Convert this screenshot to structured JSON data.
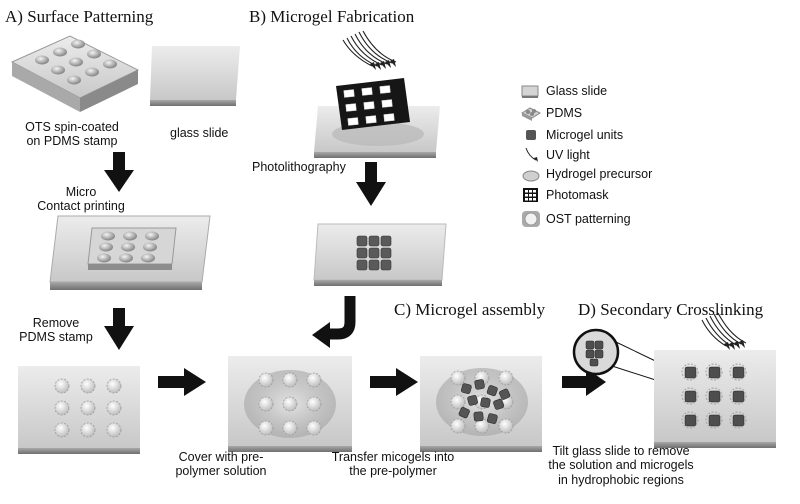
{
  "sections": {
    "a": "A) Surface Patterning",
    "b": "B) Microgel Fabrication",
    "c": "C) Microgel assembly",
    "d": "D) Secondary Crosslinking"
  },
  "labels": {
    "ots": "OTS spin-coated\non PDMS stamp",
    "glass_slide": "glass slide",
    "micro_cp": "Micro\nContact printing",
    "photolithography": "Photolithography",
    "remove_pdms": "Remove\nPDMS stamp",
    "cover": "Cover with pre-\npolymer solution",
    "transfer": "Transfer micogels into\nthe pre-polymer",
    "tilt": "Tilt  glass slide to remove\nthe solution and microgels\nin hydrophobic regions"
  },
  "legend": [
    {
      "icon": "glass-slide-icon",
      "label": "Glass slide"
    },
    {
      "icon": "pdms-icon",
      "label": "PDMS"
    },
    {
      "icon": "microgel-unit-icon",
      "label": "Microgel units"
    },
    {
      "icon": "uv-light-icon",
      "label": "UV light"
    },
    {
      "icon": "hydrogel-precursor-icon",
      "label": "Hydrogel precursor"
    },
    {
      "icon": "photomask-icon",
      "label": "Photomask"
    },
    {
      "icon": "ost-patterning-icon",
      "label": "OST patterning"
    }
  ],
  "colors": {
    "slide_top": "#d9d9d9",
    "slide_edge": "#9a9a9a",
    "microgel": "#5a5a5a",
    "arrow": "#111111"
  }
}
